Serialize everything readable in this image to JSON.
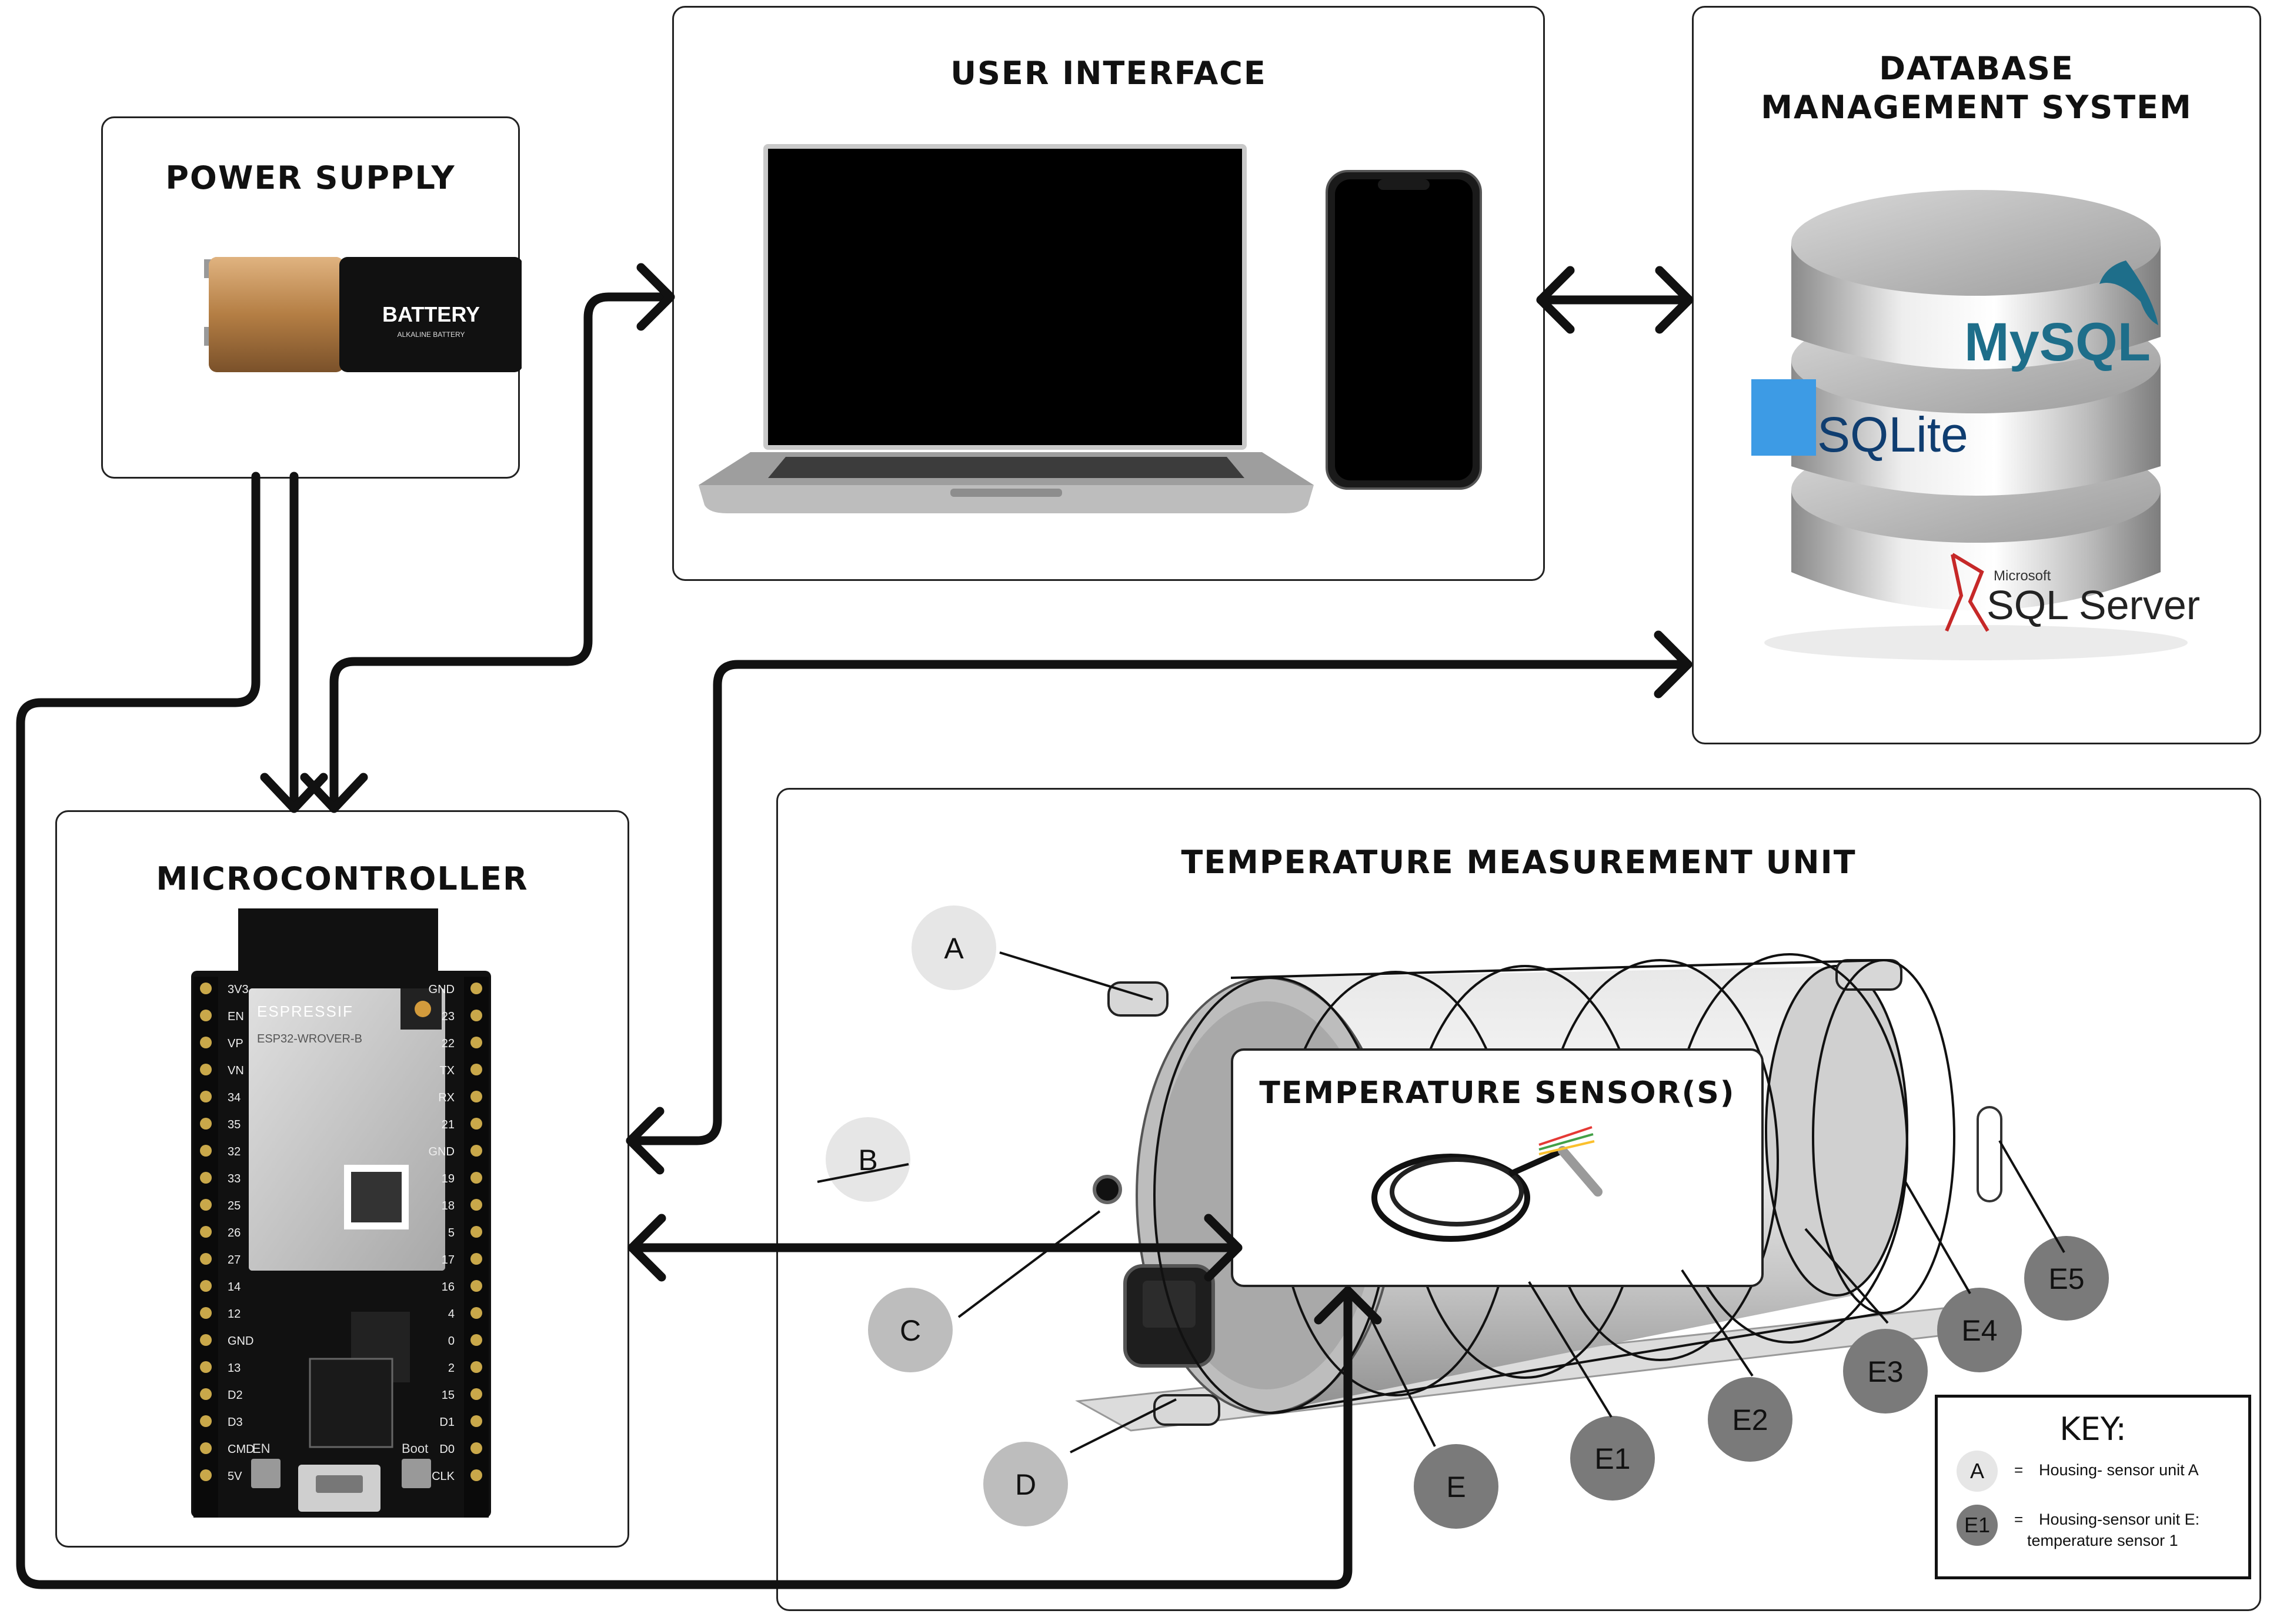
{
  "power_supply": {
    "title": "POWER SUPPLY",
    "battery_label": "BATTERY",
    "battery_sub": "ALKALINE BATTERY"
  },
  "user_interface": {
    "title": "USER INTERFACE"
  },
  "database": {
    "title_line1": "DATABASE",
    "title_line2": "MANAGEMENT SYSTEM",
    "mysql": "MySQL",
    "sqlite": "SQLite",
    "sqlserver_small": "Microsoft",
    "sqlserver": "SQL Server"
  },
  "microcontroller": {
    "title": "MICROCONTROLLER",
    "brand": "ESPRESSIF",
    "model": "ESP32-WROVER-B",
    "pins_left": [
      "3V3",
      "EN",
      "VP",
      "VN",
      "34",
      "35",
      "32",
      "33",
      "25",
      "26",
      "27",
      "14",
      "12",
      "GND",
      "13",
      "D2",
      "D3",
      "CMD",
      "5V"
    ],
    "pins_right": [
      "GND",
      "23",
      "22",
      "TX",
      "RX",
      "21",
      "GND",
      "19",
      "18",
      "5",
      "17",
      "16",
      "4",
      "0",
      "2",
      "15",
      "D1",
      "D0",
      "CLK"
    ],
    "btn_left": "EN",
    "btn_right": "Boot"
  },
  "tmu": {
    "title": "TEMPERATURE MEASUREMENT UNIT",
    "sensor_title": "TEMPERATURE SENSOR(S)",
    "labels": [
      "A",
      "B",
      "C",
      "D",
      "E",
      "E1",
      "E2",
      "E3",
      "E4",
      "E5"
    ]
  },
  "key": {
    "title": "KEY:",
    "item1_symbol": "A",
    "item1_eq": "=",
    "item1_text": "Housing- sensor unit A",
    "item2_symbol": "E1",
    "item2_eq": "=",
    "item2_text_1": "Housing-sensor unit E:",
    "item2_text_2": "temperature sensor 1"
  },
  "colors": {
    "line": "#111111",
    "label_light": "#e6e6e6",
    "label_mid": "#bdbdbd",
    "label_dark": "#7a7a7a"
  }
}
